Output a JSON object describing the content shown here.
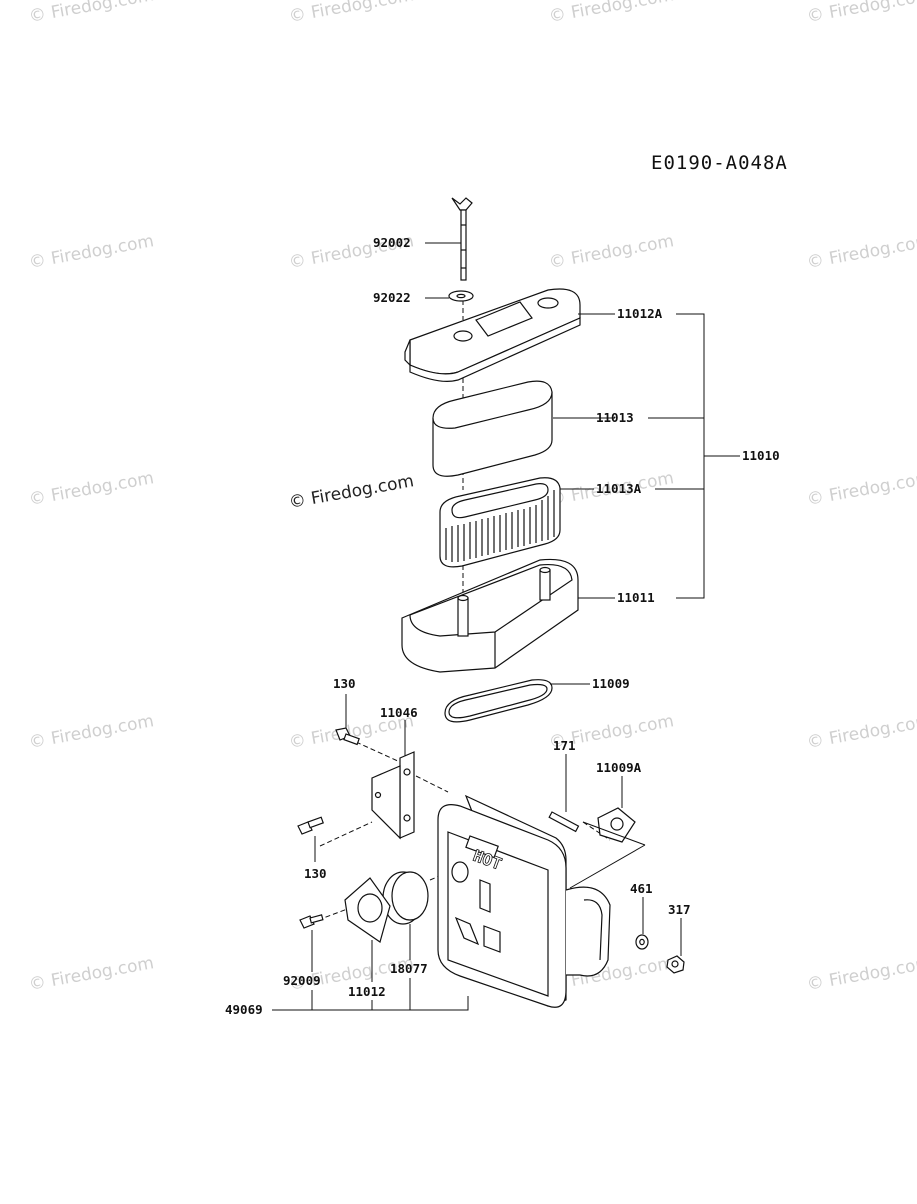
{
  "diagram_code": "E0190-A048A",
  "watermark": "© Firedog.com",
  "watermark_center": "© Firedog.com",
  "parts": {
    "p92002": "92002",
    "p92022": "92022",
    "p11012A": "11012A",
    "p11013": "11013",
    "p11010": "11010",
    "p11013A": "11013A",
    "p11011": "11011",
    "p11009": "11009",
    "p130a": "130",
    "p11046": "11046",
    "p171": "171",
    "p11009A": "11009A",
    "p130b": "130",
    "p461": "461",
    "p317": "317",
    "p92009": "92009",
    "p18077": "18077",
    "p11012": "11012",
    "p49069": "49069"
  },
  "muffler_text": "HOT"
}
